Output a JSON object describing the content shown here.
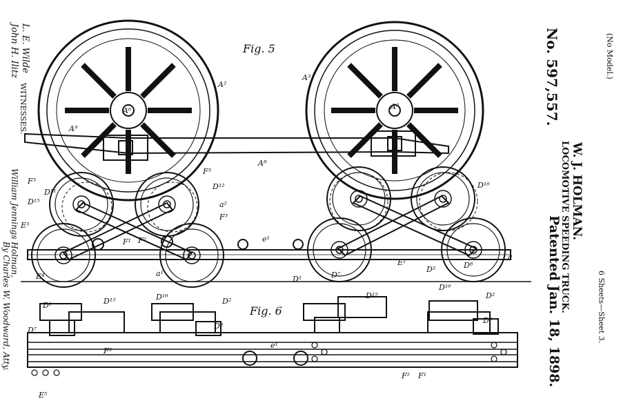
{
  "header": {
    "model_note": "(No Model.)",
    "sheets": "6 Sheets—Sheet 3.",
    "inventor": "W. J. HOLMAN.",
    "title": "LOCOMOTIVE SPEEDING TRUCK.",
    "patent_number": "No. 597,557.",
    "patented": "Patented Jan. 18, 1898."
  },
  "side_notes": {
    "witnesses_label": "WITNESSES.",
    "witness_1": "L. E. Wilde",
    "witness_2": "John H. Ilitz",
    "inventor_signature": "William Jennings Holman,",
    "attorney_signature": "By Charles W. Woodward, Atty."
  },
  "figures": {
    "fig5": "Fig. 5",
    "fig6": "Fig. 6"
  },
  "labels": {
    "A2": "A²",
    "A3": "A³",
    "A6": "A⁶",
    "A7": "A⁷",
    "A8": "A⁸",
    "A9": "A⁹",
    "F3": "F³",
    "F1": "F¹",
    "F2": "F²",
    "E1": "E¹",
    "E3": "E³",
    "E4": "E⁴",
    "E5": "E⁵",
    "D1": "D¹",
    "D2": "D²",
    "D7": "D⁷",
    "D8": "D⁸",
    "D11": "D¹¹",
    "D12": "D¹²",
    "D15": "D¹⁵",
    "D16": "D¹⁶",
    "e1": "e¹",
    "a": "a",
    "a1": "a¹",
    "a2": "a²"
  }
}
